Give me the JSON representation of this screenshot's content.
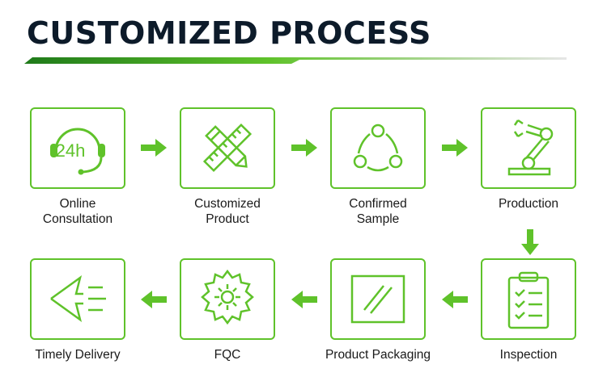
{
  "title": "CUSTOMIZED PROCESS",
  "colors": {
    "accent": "#5fc22a",
    "title": "#0d1b2a",
    "text": "#1a1a1a"
  },
  "steps": [
    {
      "label": "Online\nConsultation",
      "icon": "24h-headset-icon",
      "icon_text": "24h"
    },
    {
      "label": "Customized\nProduct",
      "icon": "ruler-pencil-icon"
    },
    {
      "label": "Confirmed\nSample",
      "icon": "sample-cycle-icon"
    },
    {
      "label": "Production",
      "icon": "robot-arm-icon"
    },
    {
      "label": "Inspection",
      "icon": "clipboard-checklist-icon"
    },
    {
      "label": "Product Packaging",
      "icon": "package-box-icon"
    },
    {
      "label": "FQC",
      "icon": "quality-gear-icon"
    },
    {
      "label": "Timely Delivery",
      "icon": "fast-delivery-icon"
    }
  ]
}
